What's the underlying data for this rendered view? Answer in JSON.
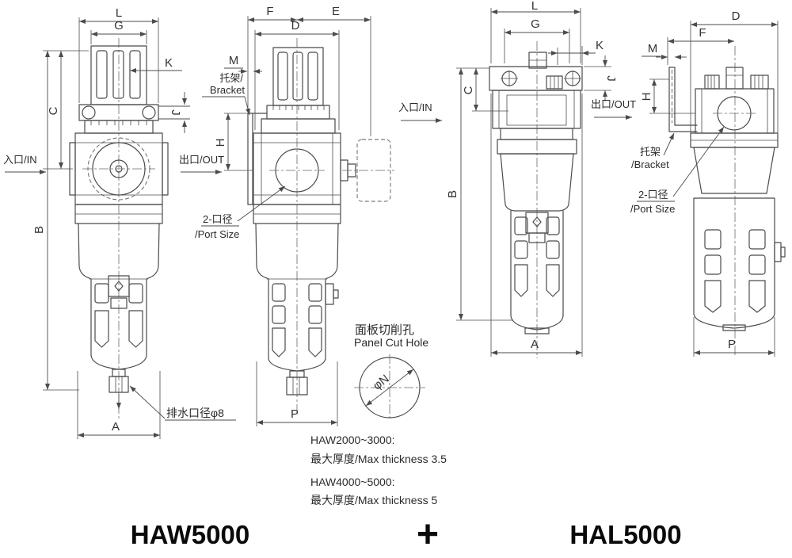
{
  "dims": {
    "L": "L",
    "G": "G",
    "K": "K",
    "J": "J",
    "C": "C",
    "B": "B",
    "A": "A",
    "F": "F",
    "E": "E",
    "D": "D",
    "M": "M",
    "H": "H",
    "P": "P",
    "N": "φN"
  },
  "flow": {
    "inlet": "入口/IN",
    "outlet": "出口/OUT"
  },
  "callouts": {
    "bracket_cn": "托架/",
    "bracket_en": "Bracket",
    "bracket2_cn": "托架",
    "bracket2_en": "/Bracket",
    "port_cn": "2-口径",
    "port_en": "/Port Size",
    "drain": "排水口径φ8"
  },
  "panel": {
    "title_cn": "面板切削孔",
    "title_en": "Panel Cut Hole"
  },
  "notes": {
    "l1": "HAW2000~3000:",
    "l2": "最大厚度/Max thickness  3.5",
    "l3": "HAW4000~5000:",
    "l4": "最大厚度/Max thickness  5"
  },
  "footer": {
    "left": "HAW5000",
    "plus": "+",
    "right": "HAL5000"
  },
  "colors": {
    "line": "#4b4b4b",
    "text": "#2b2b2b",
    "background": "#ffffff"
  }
}
